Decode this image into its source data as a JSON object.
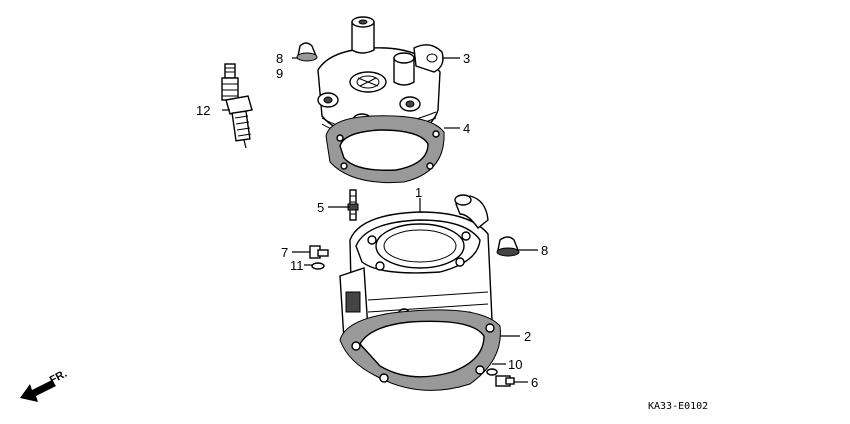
{
  "diagram": {
    "code": "KA33-E0102",
    "direction_label": "FR.",
    "callouts": [
      {
        "id": "c1",
        "label": "1"
      },
      {
        "id": "c2",
        "label": "2"
      },
      {
        "id": "c3",
        "label": "3"
      },
      {
        "id": "c4",
        "label": "4"
      },
      {
        "id": "c5",
        "label": "5"
      },
      {
        "id": "c6",
        "label": "6"
      },
      {
        "id": "c7",
        "label": "7"
      },
      {
        "id": "c8a",
        "label": "8"
      },
      {
        "id": "c8b",
        "label": "8"
      },
      {
        "id": "c9",
        "label": "9"
      },
      {
        "id": "c10",
        "label": "10"
      },
      {
        "id": "c11",
        "label": "11"
      },
      {
        "id": "c12",
        "label": "12"
      }
    ]
  }
}
